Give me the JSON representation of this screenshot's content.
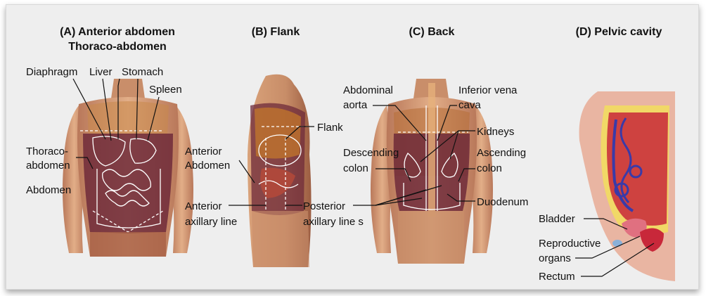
{
  "panels": {
    "a": {
      "title": "(A) Anterior abdomen",
      "subtitle": "Thoraco-abdomen",
      "labels": {
        "diaphragm": "Diaphragm",
        "liver": "Liver",
        "stomach": "Stomach",
        "spleen": "Spleen",
        "thoraco1": "Thoraco-",
        "thoraco2": "abdomen",
        "abdomen": "Abdomen"
      }
    },
    "b": {
      "title": "(B) Flank",
      "labels": {
        "flank": "Flank",
        "anterior_abdomen1": "Anterior",
        "anterior_abdomen2": "Abdomen",
        "anterior_axillary1": "Anterior",
        "anterior_axillary2": "axillary line",
        "posterior_axillary1": "Posterior",
        "posterior_axillary2": "axillary line s"
      }
    },
    "c": {
      "title": "(C) Back",
      "labels": {
        "aorta1": "Abdominal",
        "aorta2": "aorta",
        "ivc1": "Inferior vena",
        "ivc2": "cava",
        "kidneys": "Kidneys",
        "descending1": "Descending",
        "descending2": "colon",
        "ascending1": "Ascending",
        "ascending2": "colon",
        "duodenum": "Duodenum"
      }
    },
    "d": {
      "title": "(D) Pelvic cavity",
      "labels": {
        "bladder": "Bladder",
        "reproductive1": "Reproductive",
        "reproductive2": "organs",
        "rectum": "Rectum"
      }
    }
  },
  "colors": {
    "skin": "#d9a27a",
    "skin_dark": "#a9664a",
    "torso_overlay": "#6e2a3a",
    "intestine": "#8a3242",
    "organ_orange": "#c87a2a",
    "pelvis_red": "#c8283a",
    "pelvis_blue": "#3a3aa8",
    "pelvis_yellow": "#f2dc60"
  }
}
